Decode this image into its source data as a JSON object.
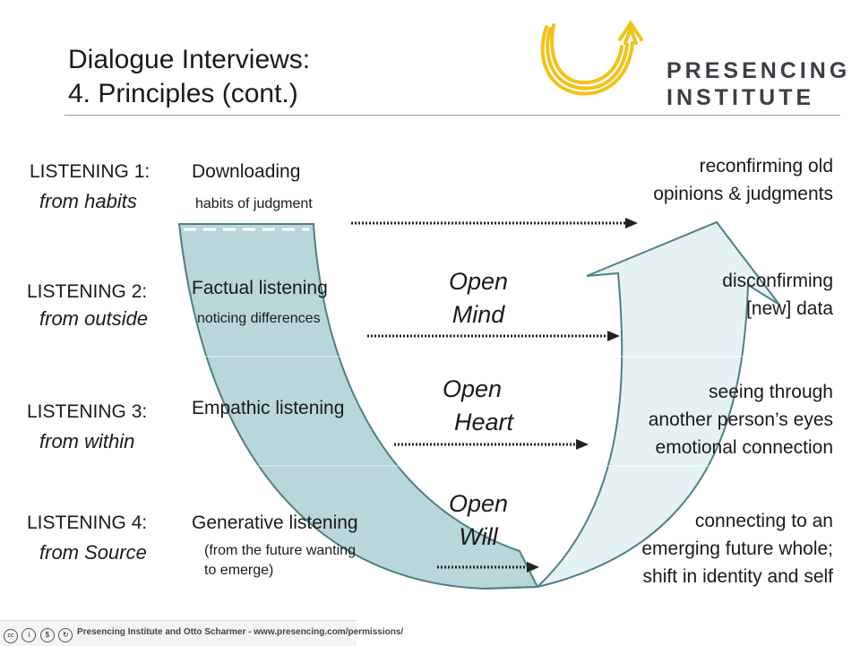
{
  "header": {
    "title_line1": "Dialogue Interviews:",
    "title_line2": "4. Principles (cont.)"
  },
  "logo": {
    "line1": "PRESENCING",
    "line2": "INSTITUTE",
    "icon": "presencing-u-arrow-icon",
    "icon_color": "#f2c218"
  },
  "levels": [
    {
      "level": "LISTENING 1:",
      "source": "from habits",
      "mode": "Downloading",
      "detail": "habits of judgment",
      "result": [
        "reconfirming old",
        "opinions & judgments"
      ]
    },
    {
      "level": "LISTENING 2:",
      "source": "from outside",
      "mode": "Factual listening",
      "detail": "noticing differences",
      "result": [
        "disconfirming",
        "[new] data"
      ]
    },
    {
      "level": "LISTENING 3:",
      "source": "from within",
      "mode": "Empathic listening",
      "detail": "",
      "result": [
        "seeing through",
        "another person’s eyes",
        "emotional connection"
      ]
    },
    {
      "level": "LISTENING 4:",
      "source": "from Source",
      "mode": "Generative listening",
      "detail_lines": [
        "(from the future wanting",
        "to emerge)"
      ],
      "result": [
        "connecting to an",
        "emerging future whole;",
        "shift in identity and self"
      ]
    }
  ],
  "openings": [
    {
      "line1": "Open",
      "line2": "Mind"
    },
    {
      "line1": "Open",
      "line2": "Heart"
    },
    {
      "line1": "Open",
      "line2": "Will"
    }
  ],
  "footer": {
    "text": "Presencing Institute and Otto Scharmer - www.presencing.com/permissions/",
    "icons": [
      "cc-icon",
      "by-icon",
      "nc-icon",
      "sa-icon"
    ]
  },
  "colors": {
    "u_left": "#b9d6da",
    "u_right": "#e6f1f3",
    "u_border": "#4f7f86",
    "arrow": "#222222"
  }
}
